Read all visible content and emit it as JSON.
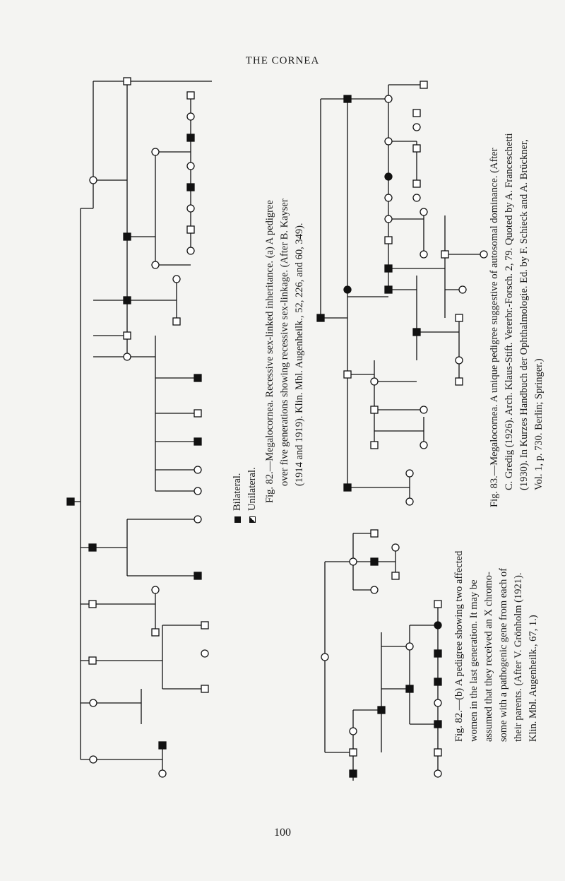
{
  "page": {
    "header": "THE CORNEA",
    "page_number": "100"
  },
  "legend": {
    "bilateral": "Bilateral.",
    "unilateral": "Unilateral."
  },
  "fig82a": {
    "line1": "Fig. 82.—Megalocornea. Recessive sex-linked inheritance. (a) A pedigree",
    "line2": "over five generations showing recessive sex-linkage. (After B. Kayser",
    "line3": "(1914 and 1919). Klin. Mbl. Augenheilk., 52, 226, and 60, 349)."
  },
  "fig82b": {
    "line1": "Fig. 82.—(b) A pedigree showing two affected",
    "line2": "women in the last generation. It may be",
    "line3": "assumed that they received an X chromo-",
    "line4": "some with a pathogenic gene from each of",
    "line5": "their parents. (After V. Grönholm (1921).",
    "line6": "Klin. Mbl. Augenheilk., 67, 1.)"
  },
  "fig83": {
    "line1": "Fig. 83.—Megalocornea. A unique pedigree suggestive of autosomal dominance. (After",
    "line2": "C. Gredig (1926). Arch. Klaus-Stift. Vererbr.-Forsch. 2, 79. Quoted by A. Franceschetti",
    "line3": "(1930). In Kurzes Handbuch der Ophthalmologie. Ed. by F. Schieck and A. Brückner,",
    "line4": "Vol. 1, p. 730. Berlin; Springer.)"
  }
}
